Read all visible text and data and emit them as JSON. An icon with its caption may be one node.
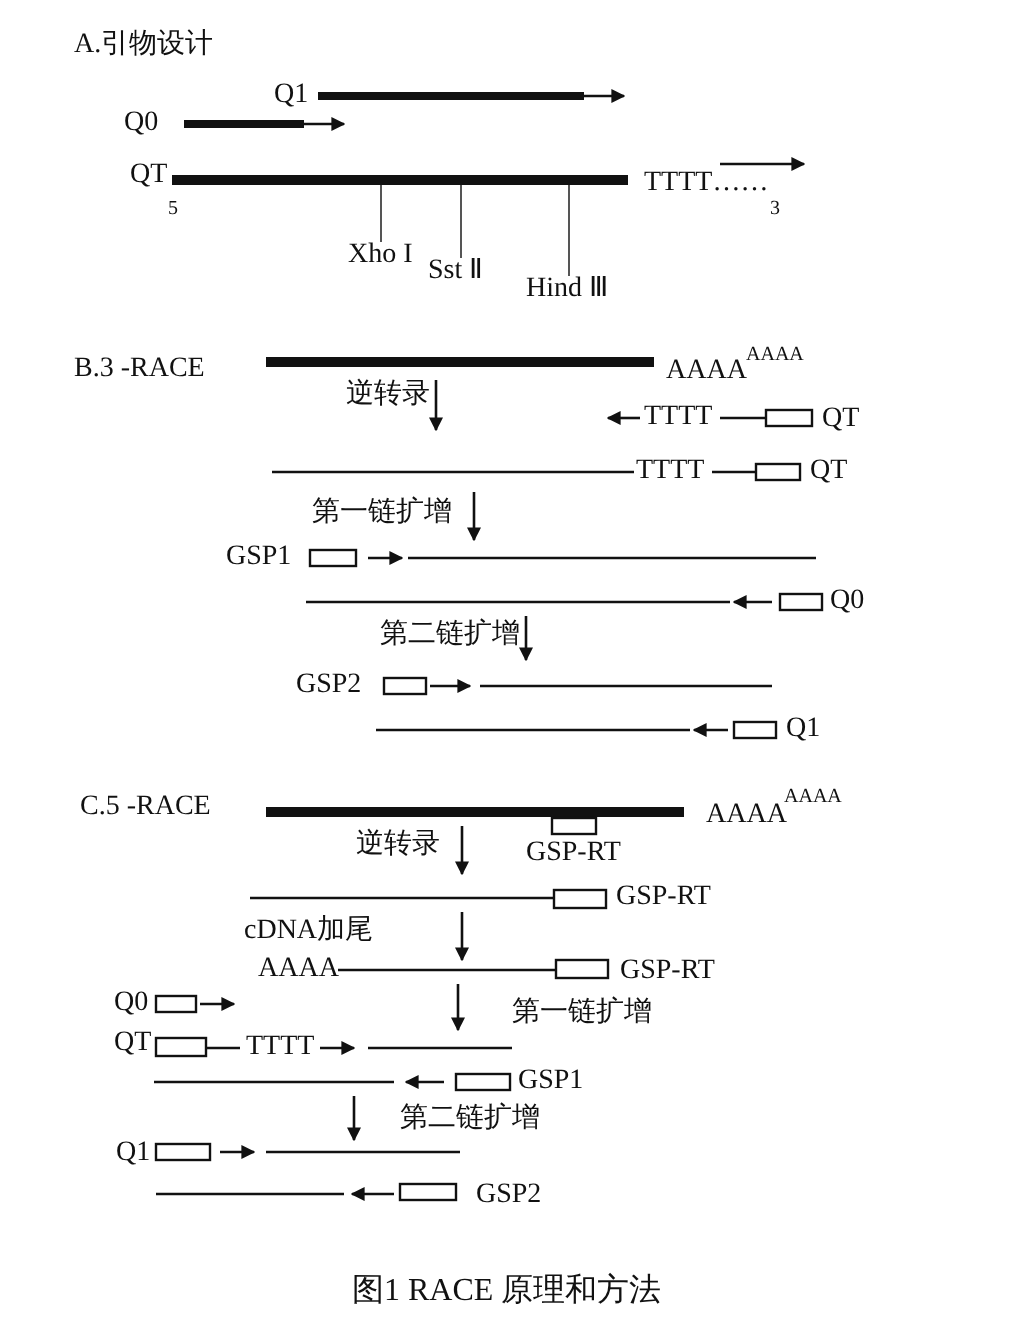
{
  "diagram": {
    "caption": "图1 RACE 原理和方法",
    "nodes": [
      {
        "text": [
          "Xho I"
        ]
      },
      {
        "text": [
          "Sst Ⅱ"
        ]
      },
      {
        "text": [
          "Hind Ⅲ"
        ]
      }
    ],
    "edges": [
      {
        "from": 0,
        "to": null,
        "arrow": "none"
      },
      {
        "from": 1,
        "to": null,
        "arrow": "none"
      },
      {
        "from": 2,
        "to": null,
        "arrow": "none"
      }
    ],
    "labels": [
      "A.引物设计",
      "Q1",
      "Q0",
      "QT",
      "TTTT……",
      "5",
      "3",
      "B.3 -RACE",
      "AAAA",
      "AAAA",
      "逆转录",
      "TTTT",
      "QT",
      "TTTT",
      "QT",
      "第一链扩增",
      "GSP1",
      "Q0",
      "第二链扩增",
      "GSP2",
      "Q1",
      "C.5 -RACE",
      "AAAA",
      "AAAA",
      "逆转录",
      "GSP-RT",
      "GSP-RT",
      "cDNA加尾",
      "AAAA",
      "GSP-RT",
      "Q0",
      "第一链扩增",
      "QT",
      "TTTT",
      "GSP1",
      "第二链扩增",
      "Q1",
      "GSP2"
    ]
  }
}
